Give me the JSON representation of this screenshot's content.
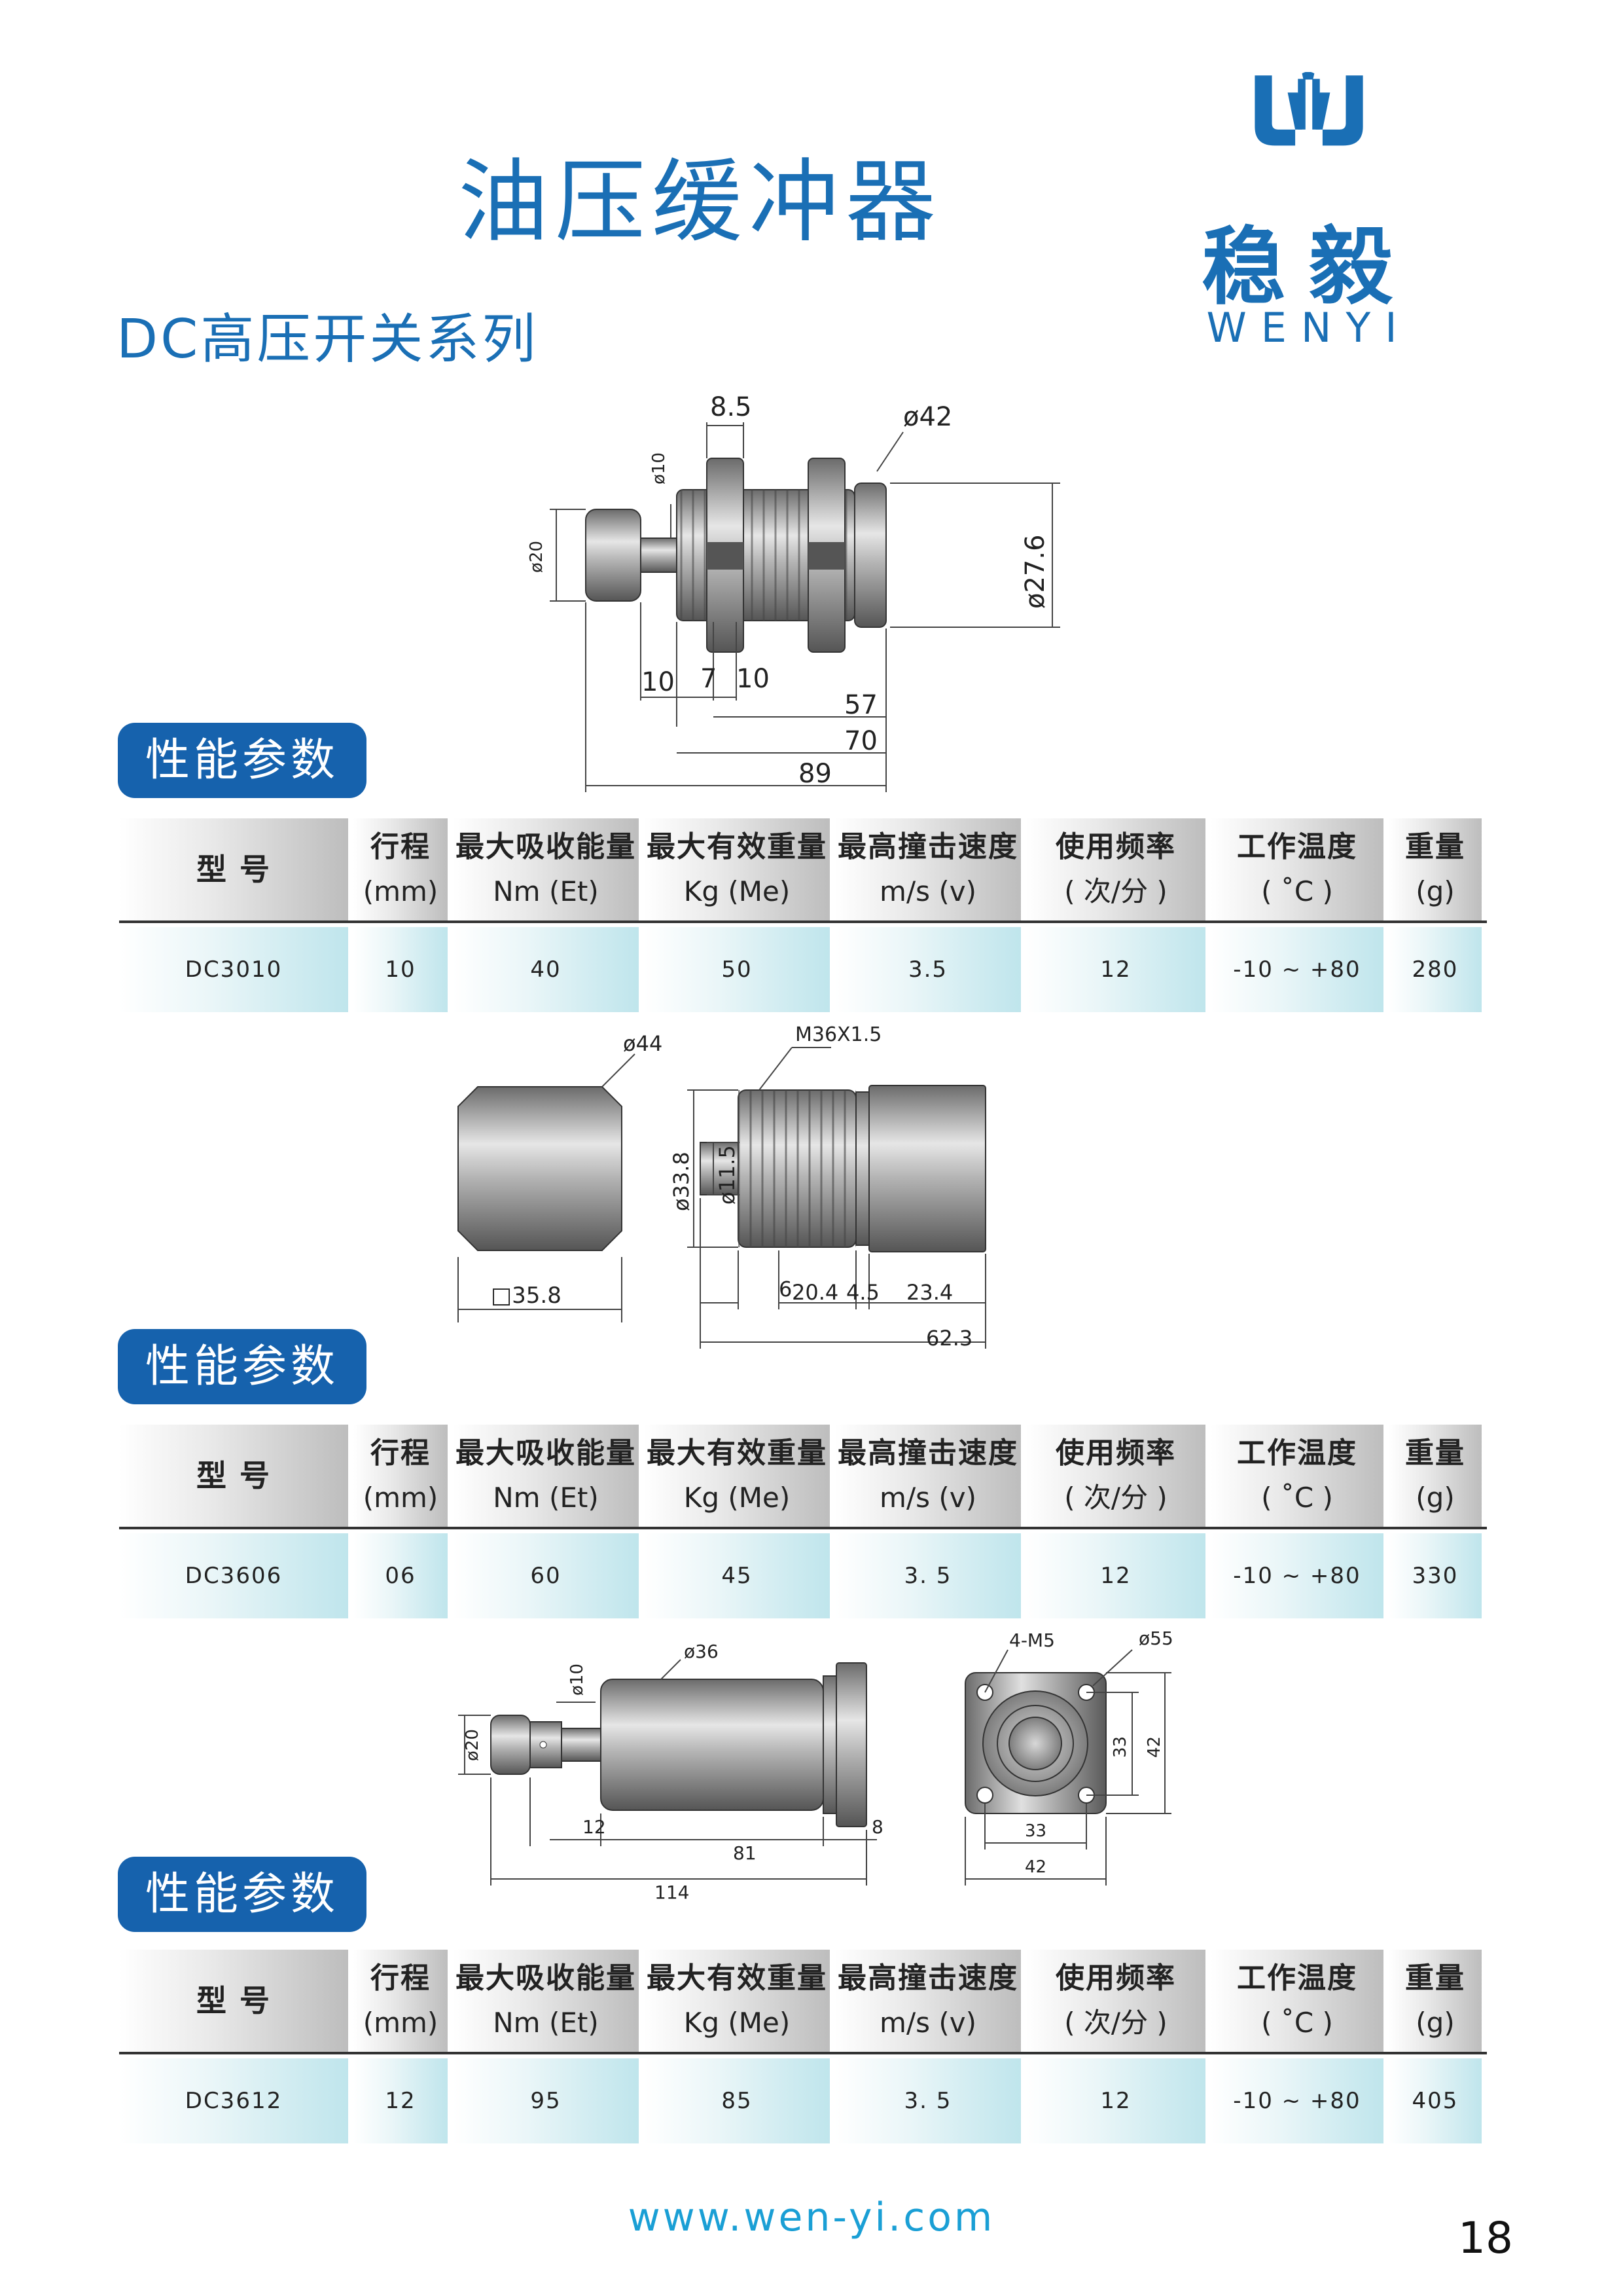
{
  "page": {
    "title": "油压缓冲器",
    "subtitle": "DC高压开关系列",
    "logo": {
      "cn": "稳毅",
      "en": "WENYI"
    },
    "footer_url": "www.wen-yi.com",
    "page_number": "18"
  },
  "table_headers": [
    {
      "l1": "型  号",
      "l2": ""
    },
    {
      "l1": "行程",
      "l2": "(mm)"
    },
    {
      "l1": "最大吸收能量",
      "l2": "Nm (Et)"
    },
    {
      "l1": "最大有效重量",
      "l2": "Kg (Me)"
    },
    {
      "l1": "最高撞击速度",
      "l2": "m/s (v)"
    },
    {
      "l1": "使用频率",
      "l2": "( 次/分 )"
    },
    {
      "l1": "工作温度",
      "l2": "( ˚C )"
    },
    {
      "l1": "重量",
      "l2": "(g)"
    }
  ],
  "sections": [
    {
      "pill": "性能参数",
      "row": [
        "DC3010",
        "10",
        "40",
        "50",
        "3.5",
        "12",
        "-10 ~ +80",
        "280"
      ],
      "dims": {
        "d1": "8.5",
        "d2": "ø42",
        "d3": "ø10",
        "d4": "ø20",
        "d5": "ø27.6",
        "d6": "10",
        "d7": "7",
        "d8": "10",
        "d9": "57",
        "d10": "70",
        "d11": "89"
      }
    },
    {
      "pill": "性能参数",
      "row": [
        "DC3606",
        "06",
        "60",
        "45",
        "3. 5",
        "12",
        "-10 ~ +80",
        "330"
      ],
      "dims": {
        "d1": "ø44",
        "d2": "□35.8",
        "d3": "M36X1.5",
        "d4": "ø33.8",
        "d5": "ø11.5",
        "d6": "6",
        "d7": "20.4",
        "d8": "4.5",
        "d9": "23.4",
        "d10": "62.3"
      }
    },
    {
      "pill": "性能参数",
      "row": [
        "DC3612",
        "12",
        "95",
        "85",
        "3. 5",
        "12",
        "-10 ~ +80",
        "405"
      ],
      "dims": {
        "d1": "ø36",
        "d2": "ø10",
        "d3": "ø20",
        "d4": "12",
        "d5": "81",
        "d6": "8",
        "d7": "114",
        "d8": "4-M5",
        "d9": "ø55",
        "d10": "33",
        "d11": "42",
        "d12": "33",
        "d13": "42"
      }
    }
  ]
}
